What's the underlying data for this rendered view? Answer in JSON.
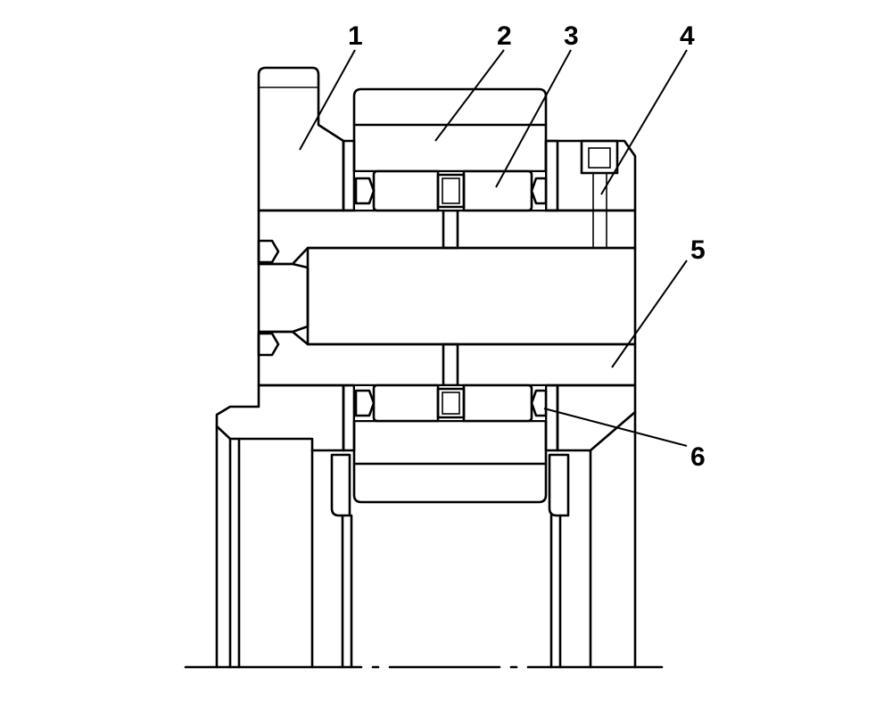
{
  "diagram": {
    "callouts": [
      {
        "id": "1",
        "text": "1"
      },
      {
        "id": "2",
        "text": "2"
      },
      {
        "id": "3",
        "text": "3"
      },
      {
        "id": "4",
        "text": "4"
      },
      {
        "id": "5",
        "text": "5"
      },
      {
        "id": "6",
        "text": "6"
      }
    ],
    "colors": {
      "roller_fill": "#FFE100",
      "outline": "#000000",
      "background": "#FFFFFF"
    }
  }
}
